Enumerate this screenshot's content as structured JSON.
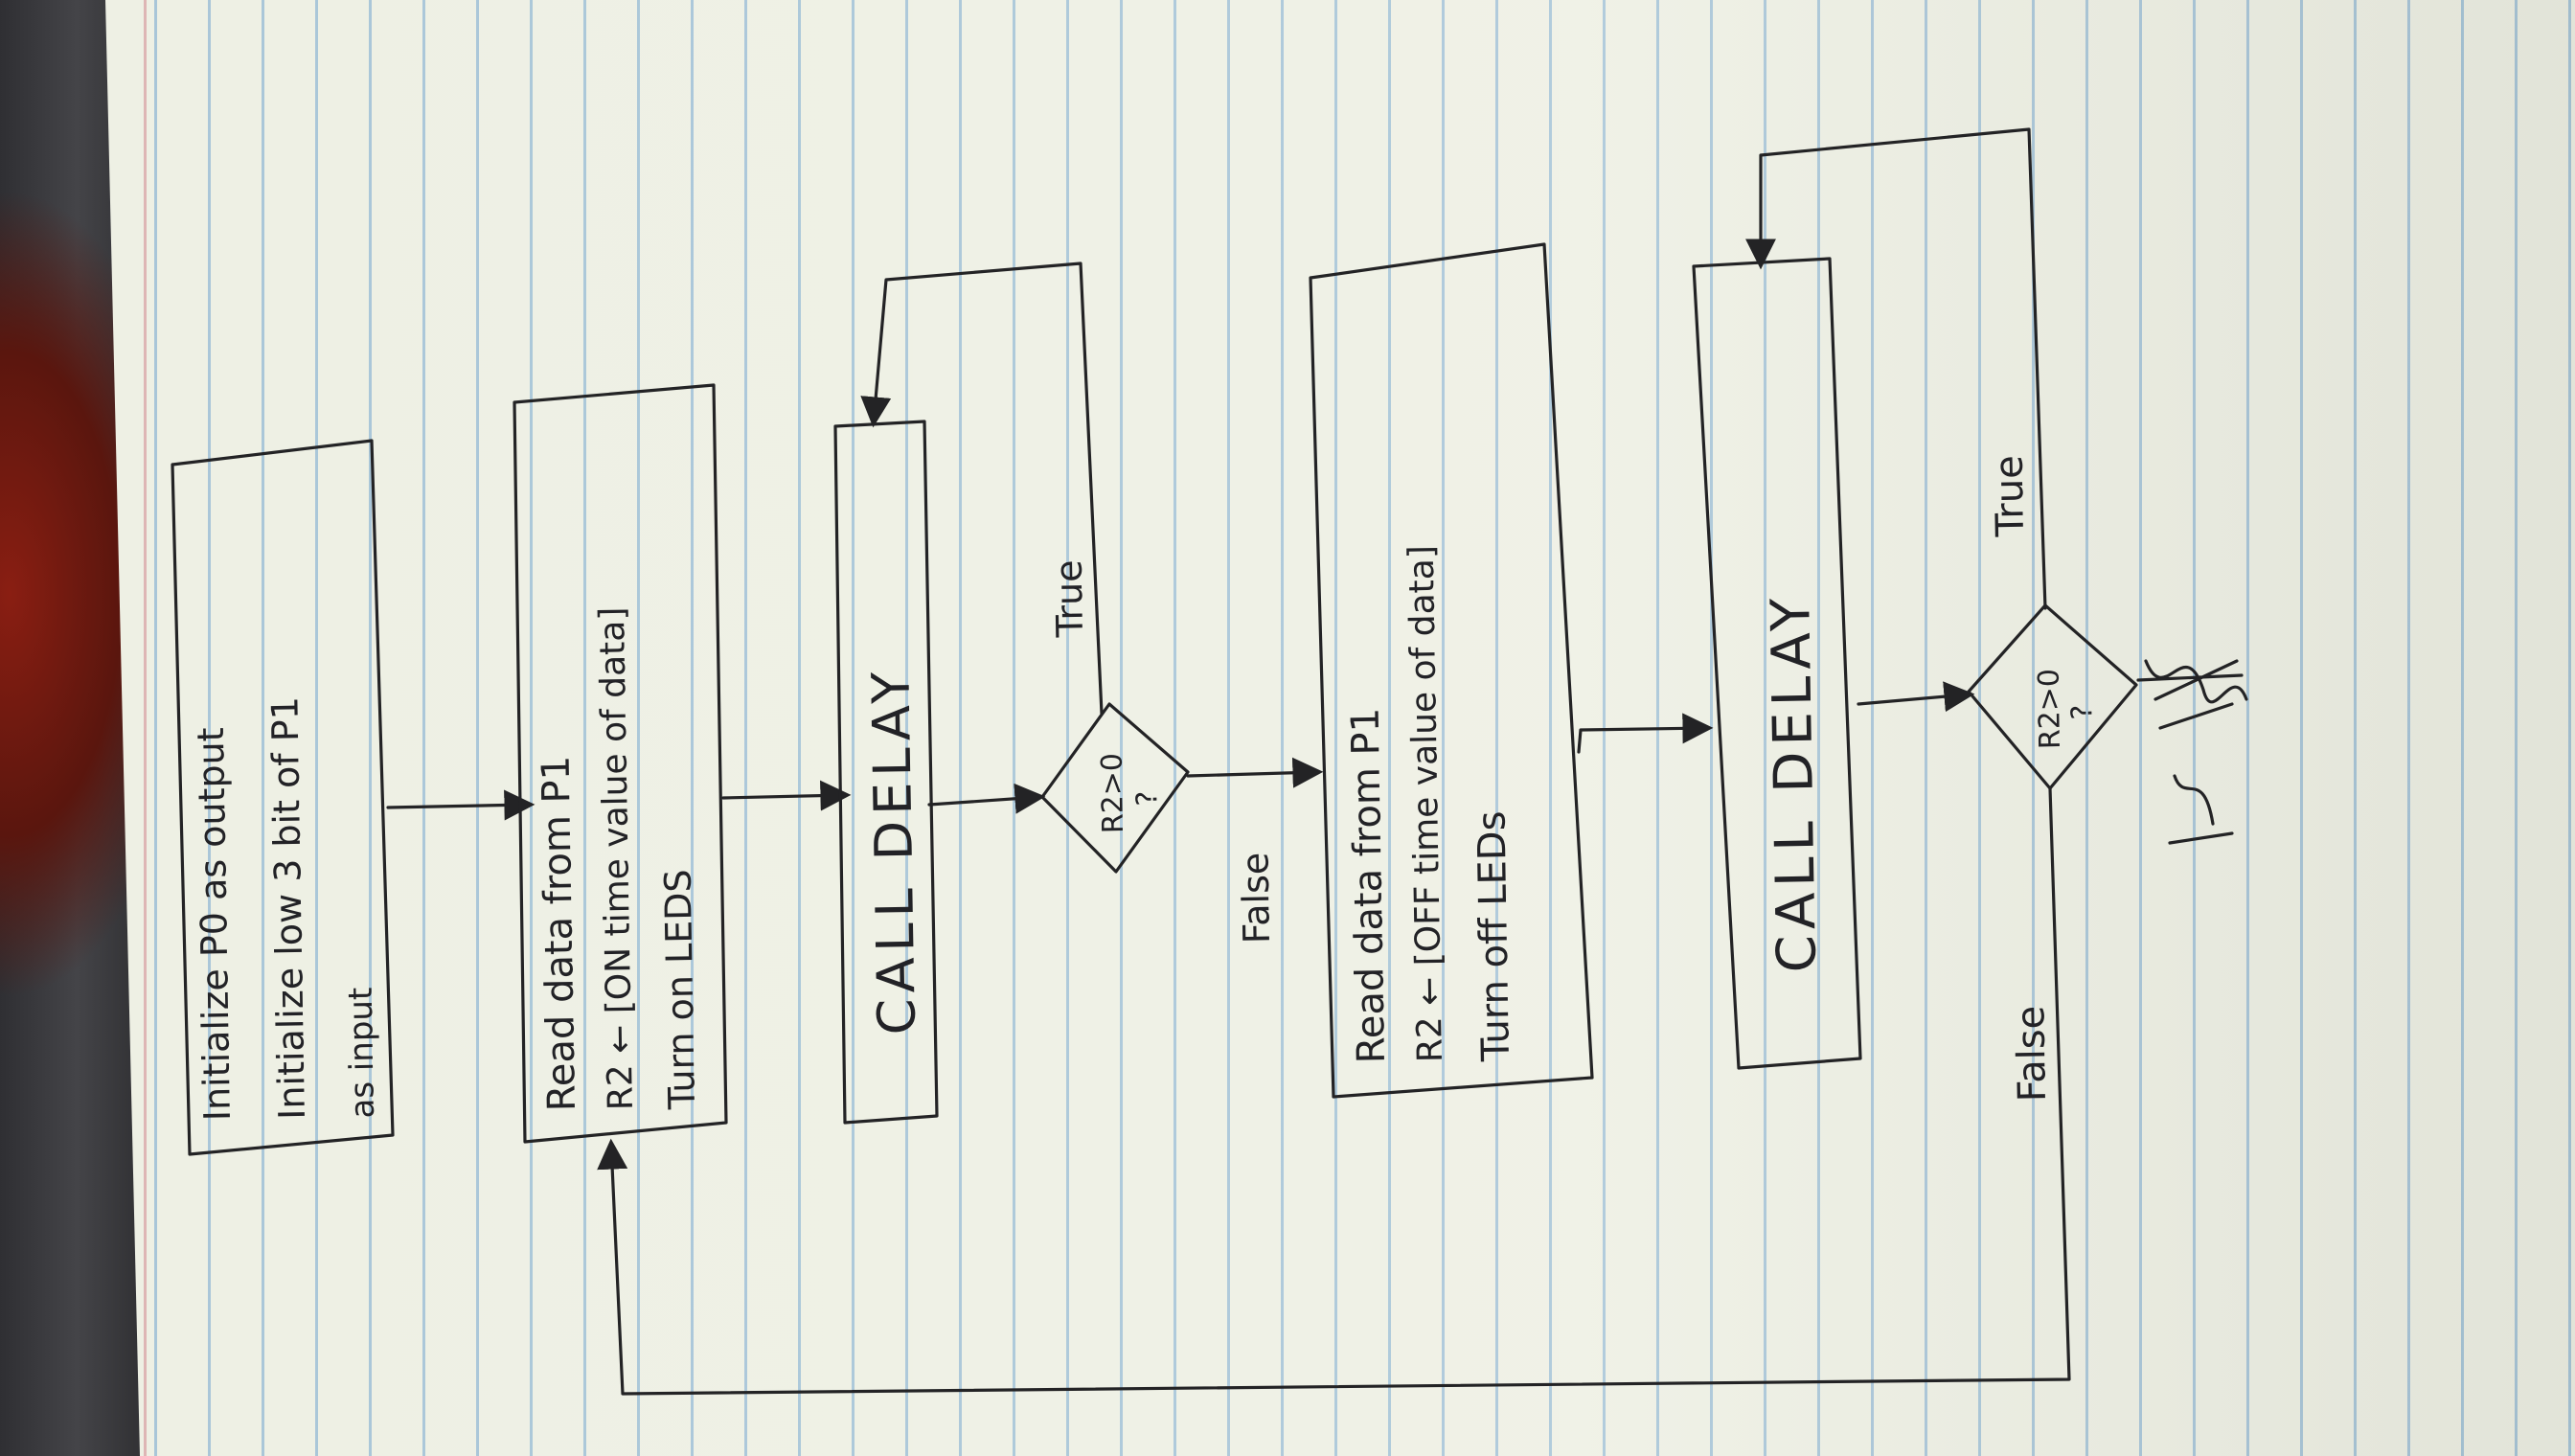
{
  "flowchart": {
    "init_box": {
      "lines": [
        "Initialize P0 as output",
        "Initialize low 3 bit of P1",
        "as input"
      ]
    },
    "read_on_box": {
      "lines": [
        "Read data from P1",
        "R2 ← [ON time value of data]",
        "Turn on LEDS"
      ]
    },
    "delay_1": {
      "label": "CALL DELAY"
    },
    "decision_1": {
      "line1": "R2>0",
      "line2": "?",
      "true_label": "True",
      "false_label": "False"
    },
    "read_off_box": {
      "lines": [
        "Read data from P1",
        "R2 ← [OFF time value of data]",
        "Turn off LEDs"
      ]
    },
    "delay_2": {
      "label": "CALL DELAY"
    },
    "decision_2": {
      "line1": "R2>0",
      "line2": "?",
      "true_label": "True",
      "false_label": "False"
    }
  },
  "colors": {
    "ink": "#232325",
    "paper": "#eef0e4",
    "rule_lines": "#a9c6d8"
  }
}
